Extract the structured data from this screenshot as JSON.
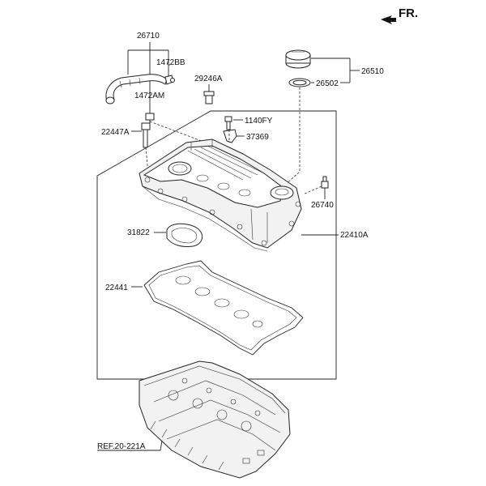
{
  "orientation": {
    "label": "FR."
  },
  "labels": {
    "hose_assy": "26710",
    "clamp_bb": "1472BB",
    "clamp_am": "1472AM",
    "pcv_valve": "29246A",
    "bolt_22447a": "22447A",
    "bolt_1140fy": "1140FY",
    "bracket_37369": "37369",
    "oil_filler_cap_assy": "26510",
    "cap_gasket": "26502",
    "sensor_26740": "26740",
    "gasket_31822": "31822",
    "cover_assy": "22410A",
    "cover_gasket": "22441",
    "reference": "REF.20-221A"
  }
}
